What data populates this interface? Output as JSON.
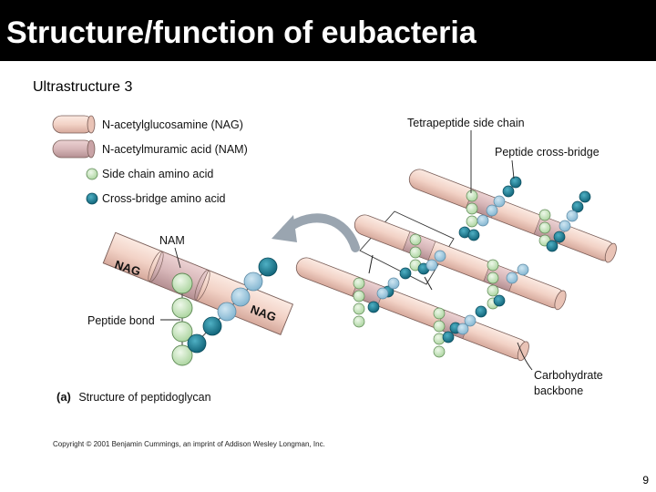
{
  "slide": {
    "title": "Structure/function of eubacteria",
    "subtitle": "Ultrastructure 3",
    "page_number": "9",
    "copyright": "Copyright © 2001 Benjamin Cummings, an imprint of Addison Wesley Longman, Inc."
  },
  "legend": {
    "nag": "N-acetylglucosamine (NAG)",
    "nam": "N-acetylmuramic acid (NAM)",
    "side_chain": "Side chain amino acid",
    "cross_bridge": "Cross-bridge amino acid"
  },
  "labels": {
    "tetrapeptide": "Tetrapeptide side chain",
    "peptide_cross_bridge": "Peptide cross-bridge",
    "nam": "NAM",
    "nag_1": "NAG",
    "nag_2": "NAG",
    "peptide_bond": "Peptide bond",
    "carbohydrate_line1": "Carbohydrate",
    "carbohydrate_line2": "backbone",
    "caption_prefix": "(a)",
    "caption": "Structure of peptidoglycan"
  },
  "colors": {
    "nag": "#f2d2c6",
    "nam": "#d7b6b8",
    "side_chain": "#c9e6bf",
    "cross_bridge": "#1f7f95",
    "cross_bridge_light": "#8fc0d8",
    "arrow": "#9aa5b0"
  }
}
